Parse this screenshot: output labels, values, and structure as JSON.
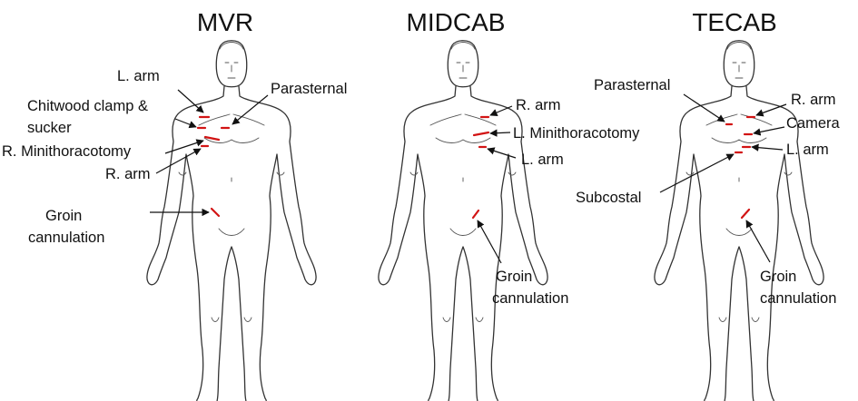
{
  "figure": {
    "figures": [
      {
        "title": "MVR",
        "labels": [
          {
            "text": "L. arm"
          },
          {
            "text": "Parasternal"
          },
          {
            "text": "Chitwood clamp &"
          },
          {
            "text": "sucker"
          },
          {
            "text": "R. Minithoracotomy"
          },
          {
            "text": "R. arm"
          },
          {
            "text": "Groin"
          },
          {
            "text": "cannulation"
          }
        ]
      },
      {
        "title": "MIDCAB",
        "labels": [
          {
            "text": "R. arm"
          },
          {
            "text": "L. Minithoracotomy"
          },
          {
            "text": "L. arm"
          },
          {
            "text": "Groin"
          },
          {
            "text": "cannulation"
          }
        ]
      },
      {
        "title": "TECAB",
        "labels": [
          {
            "text": "Parasternal"
          },
          {
            "text": "R. arm"
          },
          {
            "text": "Camera"
          },
          {
            "text": "L. arm"
          },
          {
            "text": "Subcostal"
          },
          {
            "text": "Groin"
          },
          {
            "text": "cannulation"
          }
        ]
      }
    ],
    "colors": {
      "incision": "#d21414",
      "outline": "#333333",
      "text": "#111111"
    }
  }
}
